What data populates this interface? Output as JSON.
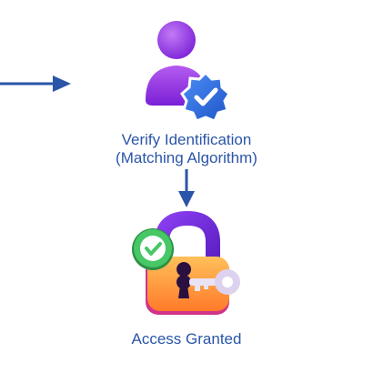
{
  "colors": {
    "accent": "#2a55a8",
    "person": "#8a2be2",
    "badge": "#2f6fe0",
    "lock_shackle": "#6a2bd8",
    "lock_body": "#ff9a3c",
    "check_badge": "#3fbf5a",
    "key": "#e9e3f4"
  },
  "icons": {
    "user_icon": "verified-user-icon",
    "badge_icon": "verified-badge-icon",
    "lock_icon": "padlock-icon",
    "check_icon": "checkmark-icon",
    "key_icon": "key-icon"
  },
  "nodes": {
    "verify": {
      "line1": "Verify Identification",
      "line2": "(Matching Algorithm)"
    },
    "access": {
      "label": "Access Granted"
    }
  }
}
